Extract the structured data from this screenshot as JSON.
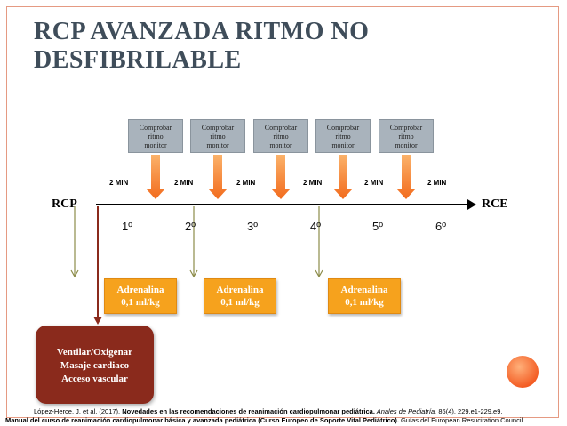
{
  "slide": {
    "title_line1": "RCP AVANZADA RITMO NO",
    "title_line2": "DESFIBRILABLE"
  },
  "check_boxes": [
    {
      "l1": "Comprobar",
      "l2": "ritmo",
      "l3": "monitor"
    },
    {
      "l1": "Comprobar",
      "l2": "ritmo",
      "l3": "monitor"
    },
    {
      "l1": "Comprobar",
      "l2": "ritmo",
      "l3": "monitor"
    },
    {
      "l1": "Comprobar",
      "l2": "ritmo",
      "l3": "monitor"
    },
    {
      "l1": "Comprobar",
      "l2": "ritmo",
      "l3": "monitor"
    }
  ],
  "intervals": [
    "2 MIN",
    "2 MIN",
    "2 MIN",
    "2 MIN",
    "2 MIN",
    "2 MIN"
  ],
  "timeline": {
    "start": "RCP",
    "end": "RCE",
    "cycles": [
      "1º",
      "2º",
      "3º",
      "4º",
      "5º",
      "6º"
    ]
  },
  "adrenalina": [
    {
      "l1": "Adrenalina",
      "l2": "0,1 ml/kg"
    },
    {
      "l1": "Adrenalina",
      "l2": "0,1 ml/kg"
    },
    {
      "l1": "Adrenalina",
      "l2": "0,1 ml/kg"
    }
  ],
  "actions": {
    "l1": "Ventilar/Oxigenar",
    "l2": "Masaje cardiaco",
    "l3": "Acceso vascular"
  },
  "references": {
    "ref1_authors": "López-Herce, J. et al. (2017). ",
    "ref1_title": "Novedades en las recomendaciones de reanimación cardiopulmonar pediátrica.",
    "ref1_journal": " Anales de Pediatría,",
    "ref1_rest": " 86(4), 229.e1-229.e9.",
    "ref2_title": "Manual del curso de reanimación cardiopulmonar básica y avanzada pediátrica (Curso Europeo de Soporte Vital Pediátrico).",
    "ref2_rest": " Guías del European Resucitation Council."
  },
  "colors": {
    "title": "#3f4d5a",
    "check_box": "#a9b3bc",
    "orange_arrow": "#f58220",
    "adrenalina": "#f6a21d",
    "actions_box": "#8a2a1c",
    "timeline": "#000000",
    "olive_arrow": "#8c8c4a",
    "frame": "#e59a82"
  }
}
